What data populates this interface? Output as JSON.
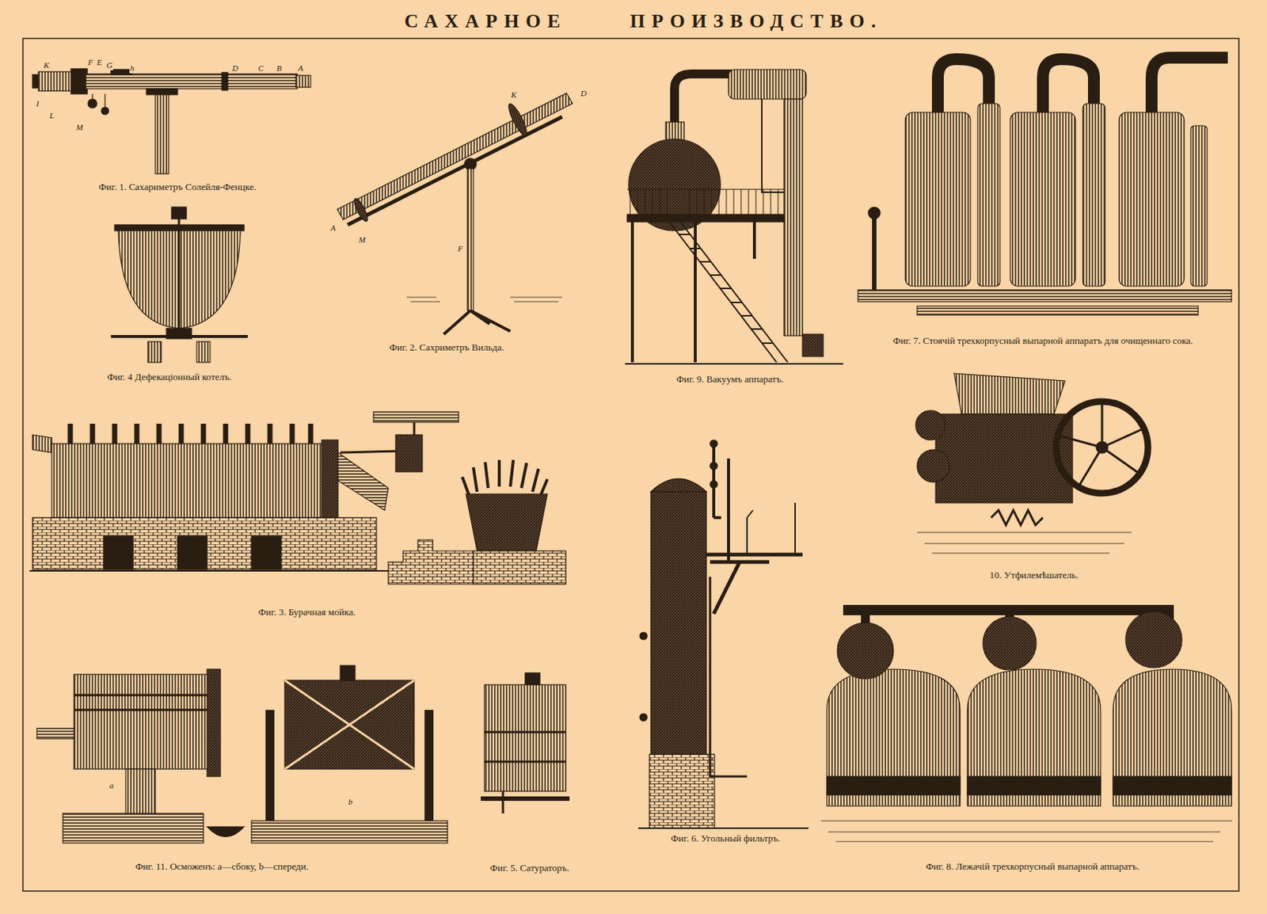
{
  "diagram": {
    "title": "САХАРНОЕ ПРОИЗВОДСТВО.",
    "labels": [
      "Фиг. 1. Сахариметръ Солейля-Фенцке.",
      "Фиг. 2. Сахриметръ Вильда.",
      "Фиг. 4 Дефекаціонный котелъ.",
      "Фиг. 9. Вакуумъ аппаратъ.",
      "Фиг. 7. Стоячій трехкорпусный выпарной аппаратъ для очищеннаго сока.",
      "10. Утфилемѣшатель.",
      "Фиг. 3. Бурачная мойка.",
      "Фиг. 6. Угольный фильтръ.",
      "Фиг. 11. Осможенъ: а—сбоку, b—спереди.",
      "Фиг. 5. Сатураторъ.",
      "Фиг. 8. Лежачій трехкорпусный выпарной аппаратъ.",
      "a",
      "b",
      "K",
      "F",
      "E",
      "G",
      "h",
      "D",
      "C",
      "B",
      "A",
      "I",
      "L",
      "M",
      "K",
      "D",
      "A",
      "M",
      "F"
    ]
  }
}
